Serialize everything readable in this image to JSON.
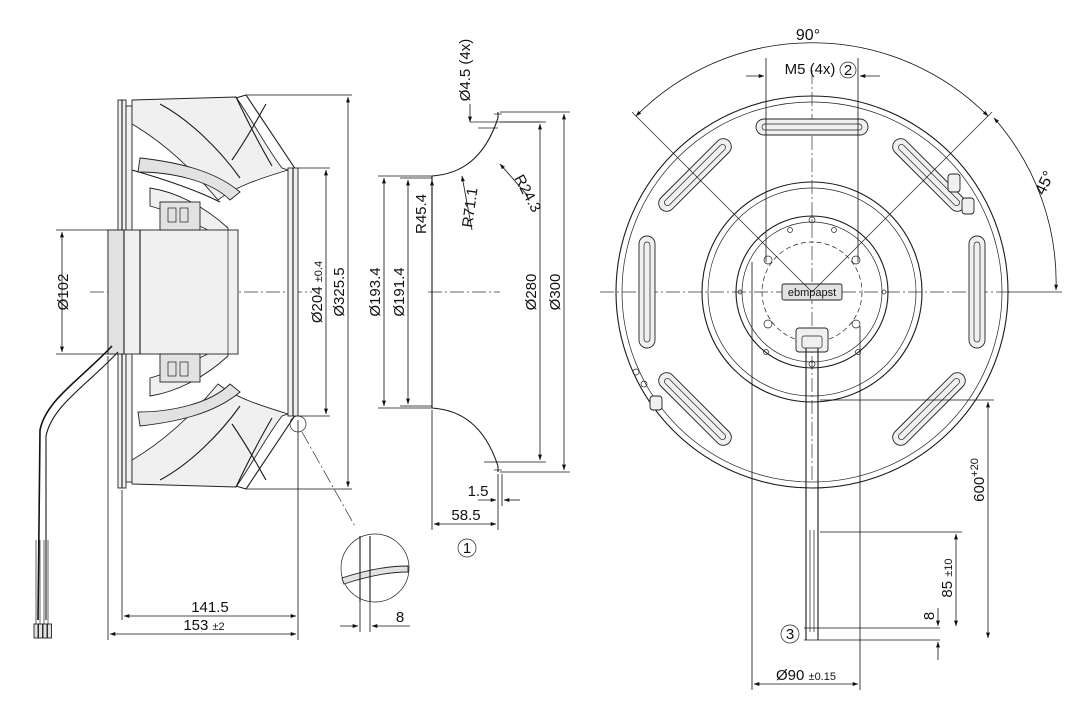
{
  "views": {
    "side": {
      "dia_motor": "Ø102",
      "dia_ring": "Ø204",
      "dia_ring_tol": "±0.4",
      "dia_outer": "Ø325.5",
      "len_1": "141.5",
      "len_2": "153",
      "len_2_tol": "±2",
      "detail_width": "8"
    },
    "nozzle": {
      "hole": "Ø4.5 (4x)",
      "r_a": "R24.3",
      "r_b": "R71.1",
      "r_c": "R45.4",
      "dia_a": "Ø193.4",
      "dia_b": "Ø191.4",
      "dia_c": "Ø280",
      "dia_d": "Ø300",
      "w_a": "1.5",
      "w_b": "58.5",
      "callout": "1"
    },
    "front": {
      "angle_a": "90°",
      "angle_b": "45°",
      "thread": "M5 (4x)",
      "thread_callout": "2",
      "brand": "ebmpapst",
      "cable_len": "600",
      "cable_len_tol": "+20",
      "strip_len": "85",
      "strip_tol": "±10",
      "tip_len": "8",
      "bolt_circle": "Ø90",
      "bolt_circle_tol": "±0.15",
      "cable_callout": "3"
    }
  }
}
